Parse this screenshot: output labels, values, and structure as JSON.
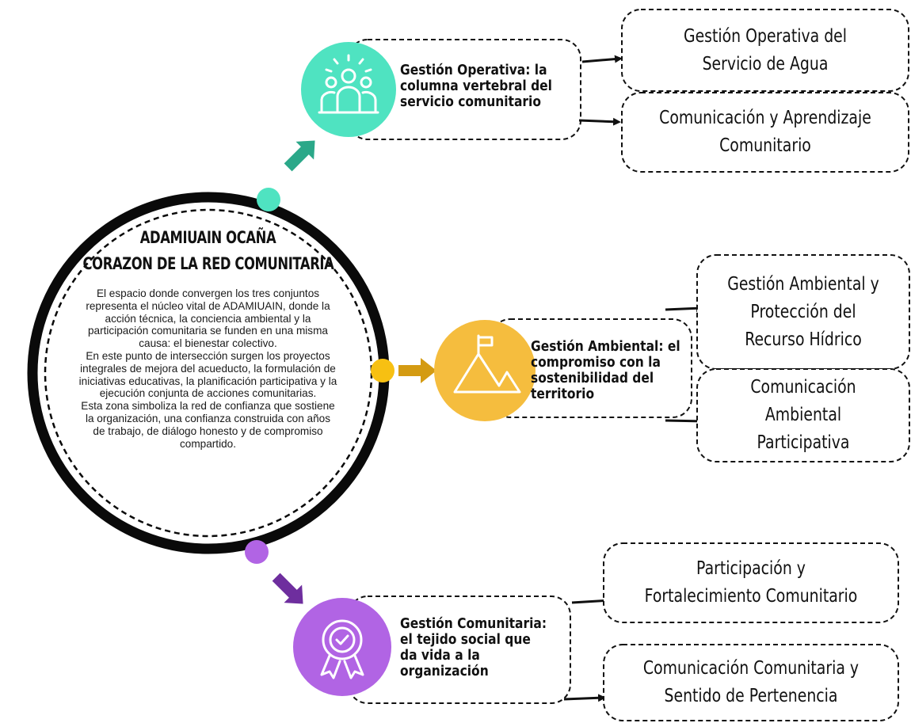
{
  "center": {
    "title_line1": "ADAMIUAIN OCAÑA",
    "title_line2": "CORAZON DE LA RED COMUNITARIA",
    "paragraph1": "El espacio donde convergen los tres conjuntos representa el núcleo vital de ADAMIUAIN, donde la acción técnica, la conciencia ambiental y la participación comunitaria se funden en una misma causa: el bienestar colectivo.",
    "paragraph2": "En este punto de intersección surgen los proyectos integrales de mejora del acueducto, la formulación de iniciativas educativas, la planificación participativa y la ejecución conjunta de acciones comunitarias.",
    "paragraph3": "Esta zona simboliza la red de confianza que sostiene la organización, una confianza construida con años de trabajo, de diálogo honesto y de compromiso compartido."
  },
  "branches": [
    {
      "heading_lines": [
        "Gestión Operativa: la",
        "columna vertebral del",
        "servicio comunitario"
      ],
      "icon": "team-people-icon",
      "color": "#4fe3c1",
      "arrow_color": "#2ba889",
      "subitems": [
        "Gestión Operativa del Servicio de Agua",
        "Comunicación y Aprendizaje Comunitario"
      ]
    },
    {
      "heading_lines": [
        "Gestión Ambiental: el",
        "compromiso con la",
        "sostenibilidad del",
        "territorio"
      ],
      "icon": "mountain-flag-icon",
      "color": "#f5bd3e",
      "arrow_color": "#d49b12",
      "subitems": [
        "Gestión Ambiental y Protección del Recurso Hídrico",
        "Comunicación Ambiental Participativa"
      ]
    },
    {
      "heading_lines": [
        "Gestión Comunitaria:",
        "el tejido social que",
        "da vida a la",
        "organización"
      ],
      "icon": "badge-check-icon",
      "color": "#b164e4",
      "arrow_color": "#6e2e9e",
      "subitems": [
        "Participación y Fortalecimiento Comunitario",
        "Comunicación Comunitaria y Sentido de Pertenencia"
      ]
    }
  ],
  "connector_colors": {
    "top": "#4fe3c1",
    "middle": "#f7c012",
    "bottom": "#b164e4"
  }
}
